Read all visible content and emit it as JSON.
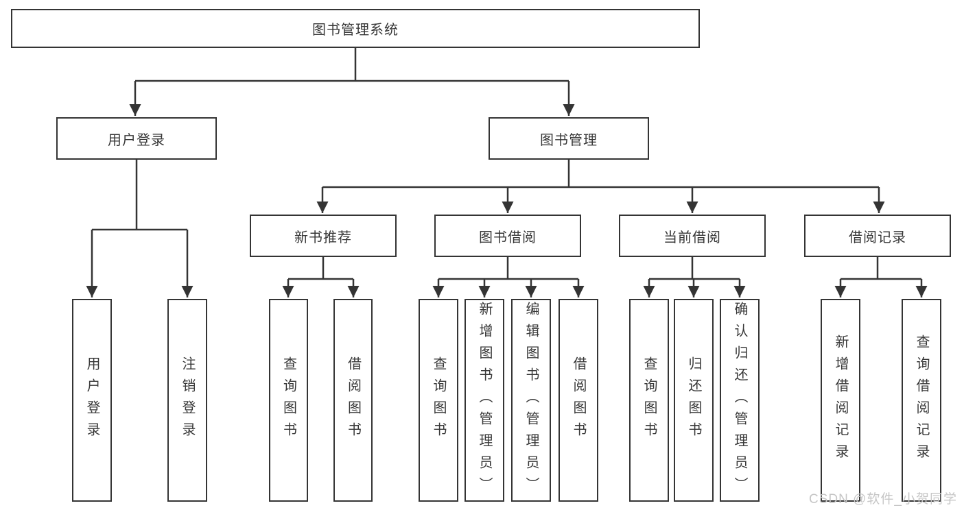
{
  "diagram": {
    "root": {
      "label": "图书管理系统",
      "children": [
        {
          "label": "用户登录",
          "children": [
            {
              "label": "用户登录"
            },
            {
              "label": "注销登录"
            }
          ]
        },
        {
          "label": "图书管理",
          "children": [
            {
              "label": "新书推荐",
              "children": [
                {
                  "label": "查询图书"
                },
                {
                  "label": "借阅图书"
                }
              ]
            },
            {
              "label": "图书借阅",
              "children": [
                {
                  "label": "查询图书"
                },
                {
                  "label": "新增图书（管理员）"
                },
                {
                  "label": "编辑图书（管理员）"
                },
                {
                  "label": "借阅图书"
                }
              ]
            },
            {
              "label": "当前借阅",
              "children": [
                {
                  "label": "查询图书"
                },
                {
                  "label": "归还图书"
                },
                {
                  "label": "确认归还（管理员）"
                }
              ]
            },
            {
              "label": "借阅记录",
              "children": [
                {
                  "label": "新增借阅记录"
                },
                {
                  "label": "查询借阅记录"
                }
              ]
            }
          ]
        }
      ]
    },
    "colors": {
      "line": "#343434",
      "node_border": "#343434",
      "text": "#383838",
      "watermark": "#c6c6c6",
      "background": "#ffffff"
    }
  },
  "watermark": "CSDN @软件_小贺同学"
}
